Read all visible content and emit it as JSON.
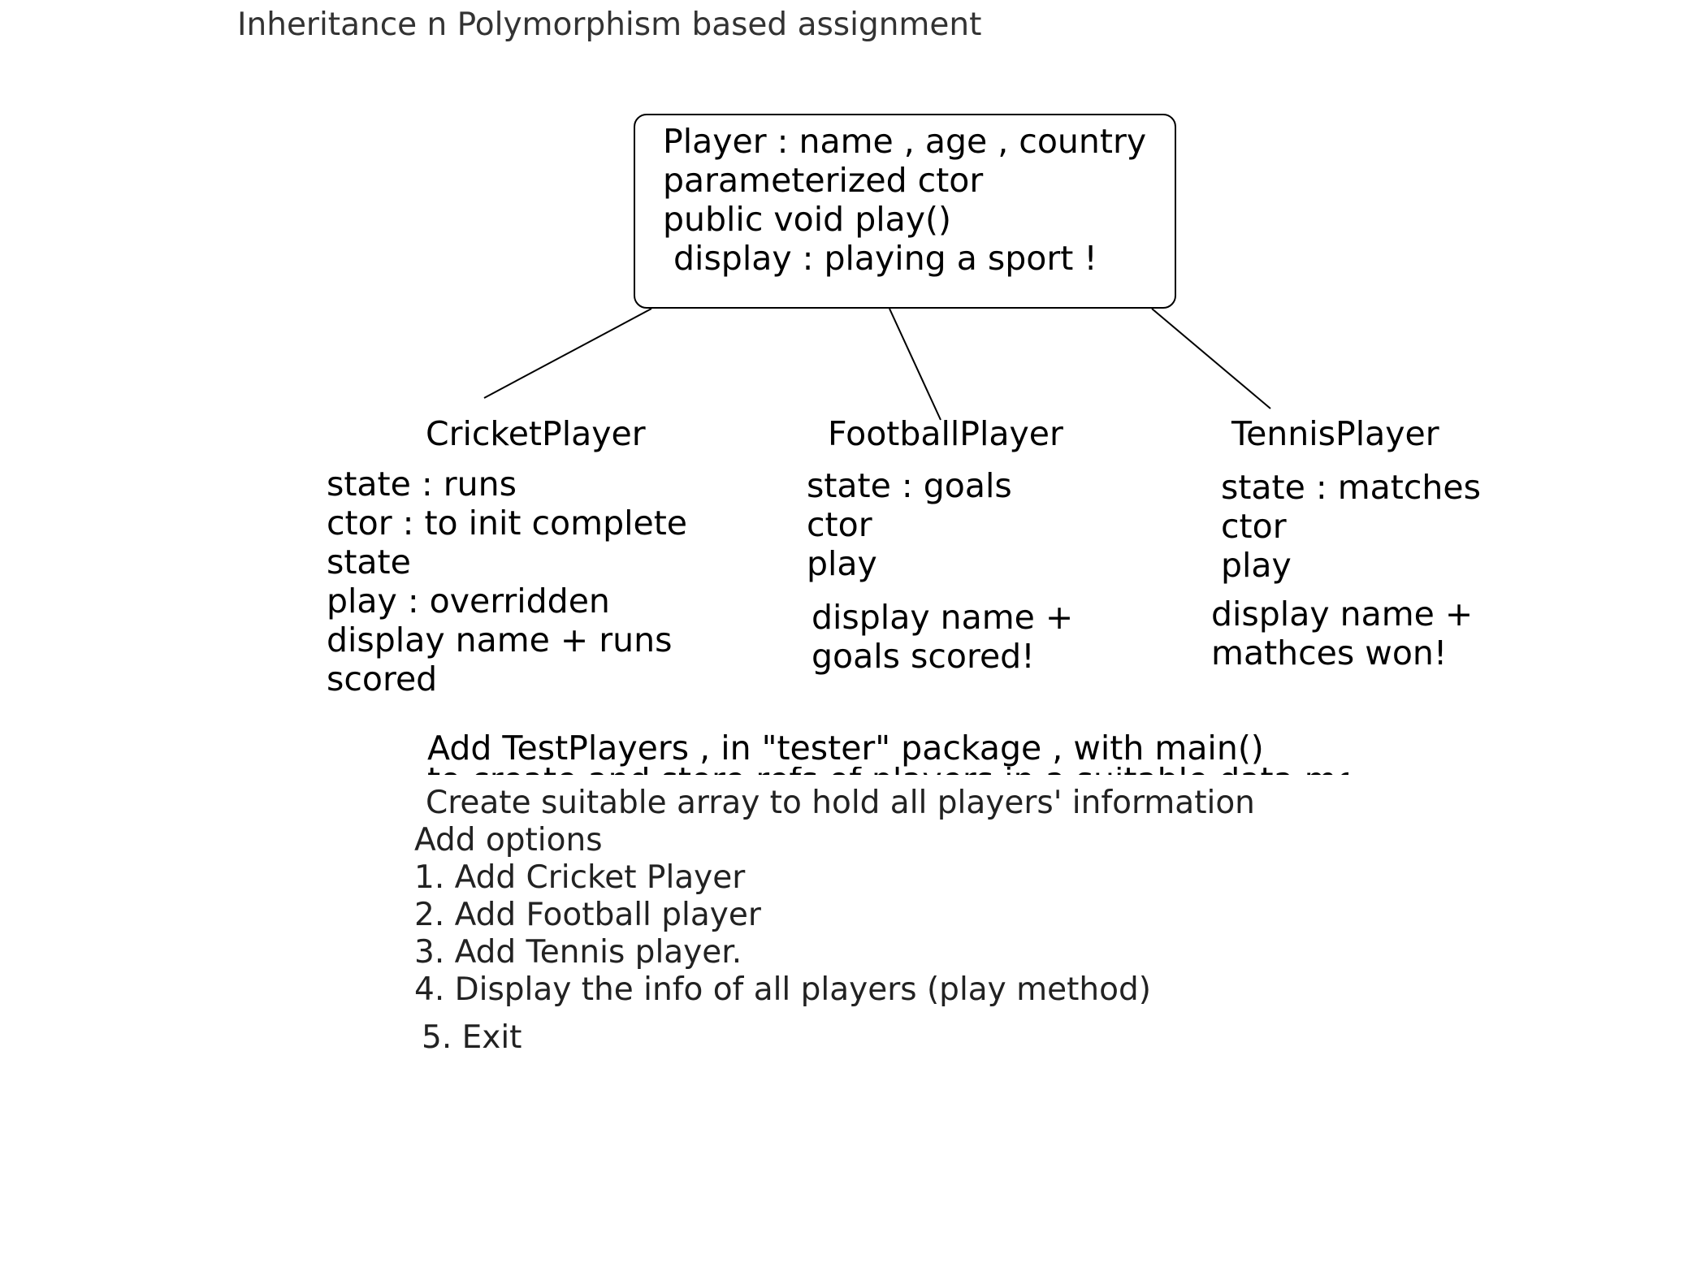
{
  "page": {
    "title": "Inheritance n Polymorphism based assignment"
  },
  "base_class": {
    "lines": [
      "Player : name , age , country",
      "parameterized ctor",
      "public void play()",
      " display : playing a sport !"
    ]
  },
  "subclasses": [
    {
      "name": "CricketPlayer",
      "lines": [
        "state : runs",
        "ctor : to init complete",
        "state",
        "play : overridden",
        "display name + runs",
        "scored"
      ]
    },
    {
      "name": "FootballPlayer",
      "lines": [
        "state : goals",
        "ctor",
        "play",
        "display name +",
        "goals scored!"
      ]
    },
    {
      "name": "TennisPlayer",
      "lines": [
        "state : matches",
        "ctor",
        "play",
        "display name +",
        "mathces won!"
      ]
    }
  ],
  "tester": {
    "heading": "Add TestPlayers , in \"tester\" package , with main()",
    "clipped_line": "to create and store refs of players in a suitable data methods",
    "instructions": [
      "Create suitable array to hold all players' information",
      "Add options",
      "1. Add Cricket Player",
      "2. Add Football player",
      "3. Add Tennis player.",
      "4. Display the info of all players (play method)",
      "5. Exit"
    ]
  }
}
